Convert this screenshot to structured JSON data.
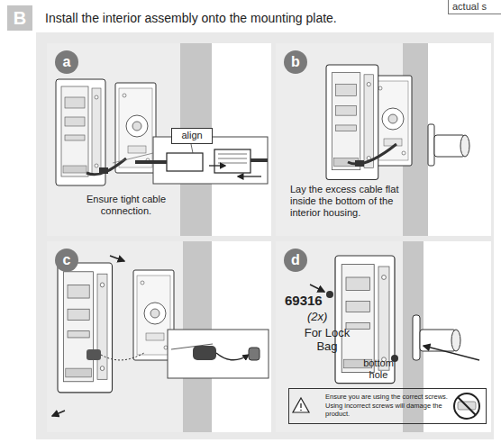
{
  "diagram": {
    "title": "Install the interior assembly onto the mounting plate.",
    "nodes": [
      {
        "text": [
          "B"
        ]
      },
      {
        "text": [
          "actual s"
        ]
      },
      {
        "text": [
          "a",
          "Ensure tight cable connection."
        ]
      },
      {
        "text": [
          "align"
        ],
        "in": 2
      },
      {
        "text": [
          "b",
          "Lay the excess cable flat inside the bottom of the interior housing."
        ]
      },
      {
        "text": [
          "c"
        ]
      },
      {
        "text": [
          "d"
        ]
      },
      {
        "text": [
          "Ensure you are using the correct screws.",
          "Using incorrect screws will damage the product."
        ],
        "in": 6
      }
    ],
    "labels": [
      "69316",
      "(2x)",
      "For Lock Bag",
      "bottom hole"
    ]
  }
}
